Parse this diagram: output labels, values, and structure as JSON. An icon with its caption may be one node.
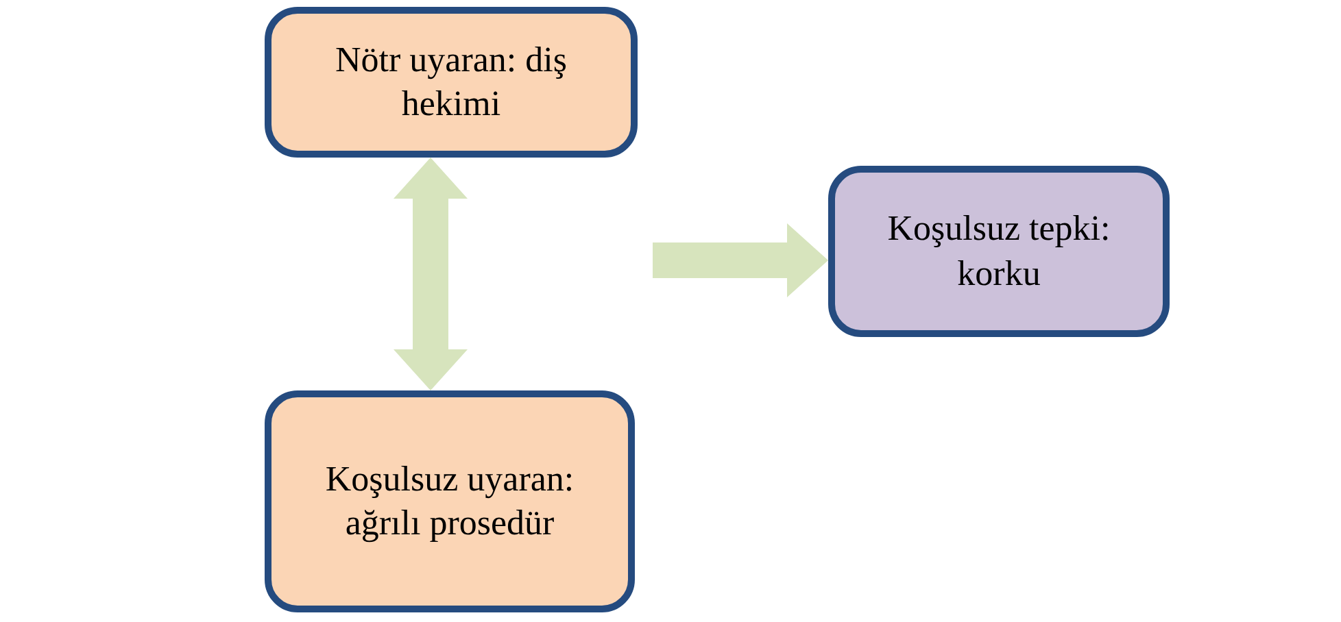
{
  "diagram": {
    "nodes": [
      {
        "text": [
          "Nötr uyaran: diş hekimi"
        ]
      },
      {
        "text": [
          "Koşulsuz uyaran: ağrılı prosedür"
        ]
      },
      {
        "text": [
          "Koşulsuz tepki: korku"
        ]
      }
    ],
    "edges": [
      {
        "from": 0,
        "to": 1,
        "arrow": "both",
        "style": "thick"
      },
      {
        "from": null,
        "to": 2,
        "arrow": "to",
        "style": "thick"
      }
    ]
  }
}
